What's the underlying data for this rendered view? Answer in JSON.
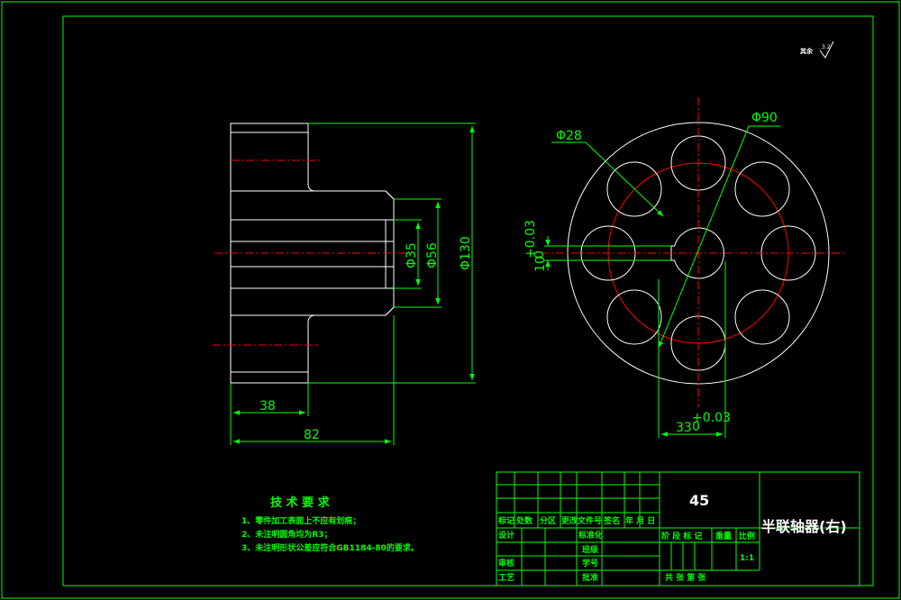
{
  "roughness": {
    "symbol": "其余",
    "value": "3.2"
  },
  "dimensions": {
    "d130": "Φ130",
    "d56": "Φ56",
    "d35": "Φ35",
    "len38": "38",
    "len82": "82",
    "d90": "Φ90",
    "d28": "Φ28",
    "key_width": "10",
    "key_width_upper": "+0.03",
    "key_width_lower": "0",
    "key_depth": "33",
    "key_depth_upper": "+0.03",
    "key_depth_lower": "0"
  },
  "tech_requirements": {
    "title": "技 术 要 求",
    "items": [
      "1、零件加工表面上不应有划痕；",
      "2、未注明圆角均为R3；",
      "3、未注明形状公差应符合GB1184-80的要求。"
    ]
  },
  "title_block": {
    "material": "45",
    "part_name": "半联轴器(右)",
    "scale": "1:1",
    "headers": [
      "标记",
      "处数",
      "分区",
      "更改文件号",
      "签名",
      "年 月 日"
    ],
    "labels": {
      "design": "设计",
      "standardize": "标准化",
      "stage_mark": "阶 段 标 记",
      "weight": "重量",
      "scale_label": "比例",
      "class": "班级",
      "student_id": "学号",
      "review": "审核",
      "process": "工艺",
      "approve": "批准",
      "sheets": "共  张  第  张"
    }
  }
}
